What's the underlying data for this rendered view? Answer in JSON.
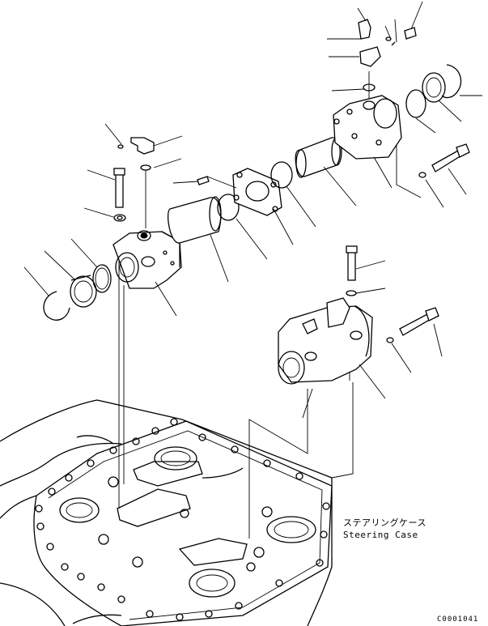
{
  "labels": {
    "steering_case_jp": "ステアリングケース",
    "steering_case_en": "Steering Case",
    "drawing_number": "C0001041"
  },
  "colors": {
    "line": "#000000",
    "background": "#ffffff"
  }
}
